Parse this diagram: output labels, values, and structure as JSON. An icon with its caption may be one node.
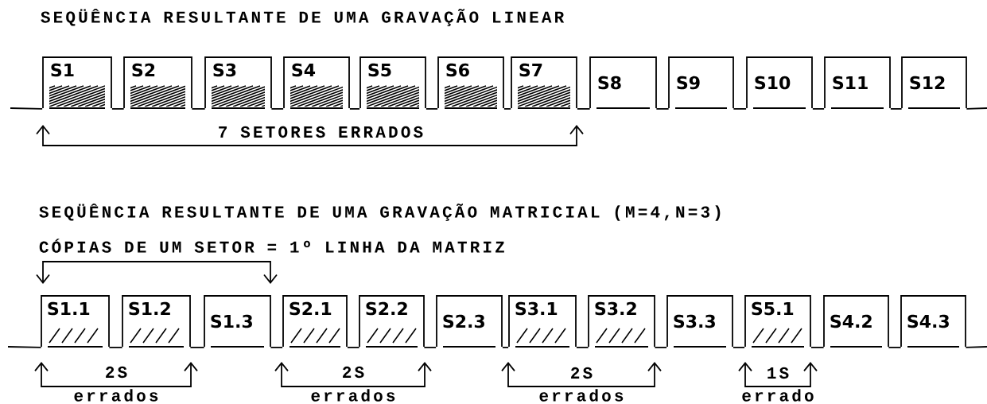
{
  "diagram": {
    "nodes": [
      {
        "text": [
          "S1"
        ]
      },
      {
        "text": [
          "S2"
        ]
      },
      {
        "text": [
          "S3"
        ]
      },
      {
        "text": [
          "S4"
        ]
      },
      {
        "text": [
          "S5"
        ]
      },
      {
        "text": [
          "S6"
        ]
      },
      {
        "text": [
          "S7"
        ]
      },
      {
        "text": [
          "S8"
        ]
      },
      {
        "text": [
          "S9"
        ]
      },
      {
        "text": [
          "S10"
        ]
      },
      {
        "text": [
          "S11"
        ]
      },
      {
        "text": [
          "S12"
        ]
      },
      {
        "text": [
          "S1.1"
        ]
      },
      {
        "text": [
          "S1.2"
        ]
      },
      {
        "text": [
          "S1.3"
        ]
      },
      {
        "text": [
          "S2.1"
        ]
      },
      {
        "text": [
          "S2.2"
        ]
      },
      {
        "text": [
          "S2.3"
        ]
      },
      {
        "text": [
          "S3.1"
        ]
      },
      {
        "text": [
          "S3.2"
        ]
      },
      {
        "text": [
          "S3.3"
        ]
      },
      {
        "text": [
          "S5.1"
        ]
      },
      {
        "text": [
          "S4.2"
        ]
      },
      {
        "text": [
          "S4.3"
        ]
      }
    ],
    "edges": [
      {
        "from": null,
        "to": 0,
        "arrow": "none"
      },
      {
        "from": 0,
        "to": 1,
        "arrow": "none"
      },
      {
        "from": 1,
        "to": 2,
        "arrow": "none"
      },
      {
        "from": 2,
        "to": 3,
        "arrow": "none"
      },
      {
        "from": 3,
        "to": 4,
        "arrow": "none"
      },
      {
        "from": 4,
        "to": 5,
        "arrow": "none"
      },
      {
        "from": 5,
        "to": 6,
        "arrow": "none"
      },
      {
        "from": 6,
        "to": 7,
        "arrow": "none"
      },
      {
        "from": 7,
        "to": 8,
        "arrow": "none"
      },
      {
        "from": 8,
        "to": 9,
        "arrow": "none"
      },
      {
        "from": 9,
        "to": 10,
        "arrow": "none"
      },
      {
        "from": 10,
        "to": 11,
        "arrow": "none"
      },
      {
        "from": 11,
        "to": null,
        "arrow": "none"
      },
      {
        "from": null,
        "to": 12,
        "arrow": "none"
      },
      {
        "from": 12,
        "to": 13,
        "arrow": "none"
      },
      {
        "from": 13,
        "to": 14,
        "arrow": "none"
      },
      {
        "from": 14,
        "to": 15,
        "arrow": "none"
      },
      {
        "from": 15,
        "to": 16,
        "arrow": "none"
      },
      {
        "from": 16,
        "to": 17,
        "arrow": "none"
      },
      {
        "from": 17,
        "to": 18,
        "arrow": "none"
      },
      {
        "from": 18,
        "to": 19,
        "arrow": "none"
      },
      {
        "from": 19,
        "to": 20,
        "arrow": "none"
      },
      {
        "from": 20,
        "to": 21,
        "arrow": "none"
      },
      {
        "from": 21,
        "to": 22,
        "arrow": "none"
      },
      {
        "from": 22,
        "to": 23,
        "arrow": "none"
      },
      {
        "from": 23,
        "to": null,
        "arrow": "none"
      }
    ],
    "labels": [
      "SEQÜÊNCIA RESULTANTE DE UMA GRAVAÇÃO LINEAR",
      "7 SETORES ERRADOS",
      "SEQÜÊNCIA RESULTANTE DE UMA GRAVAÇÃO MATRICIAL (M=4,N=3)",
      "CÓPIAS DE UM SETOR = 1º LINHA DA MATRIZ",
      "2S",
      "errados",
      "2S",
      "errados",
      "2S",
      "errados",
      "1S",
      "errado"
    ]
  }
}
